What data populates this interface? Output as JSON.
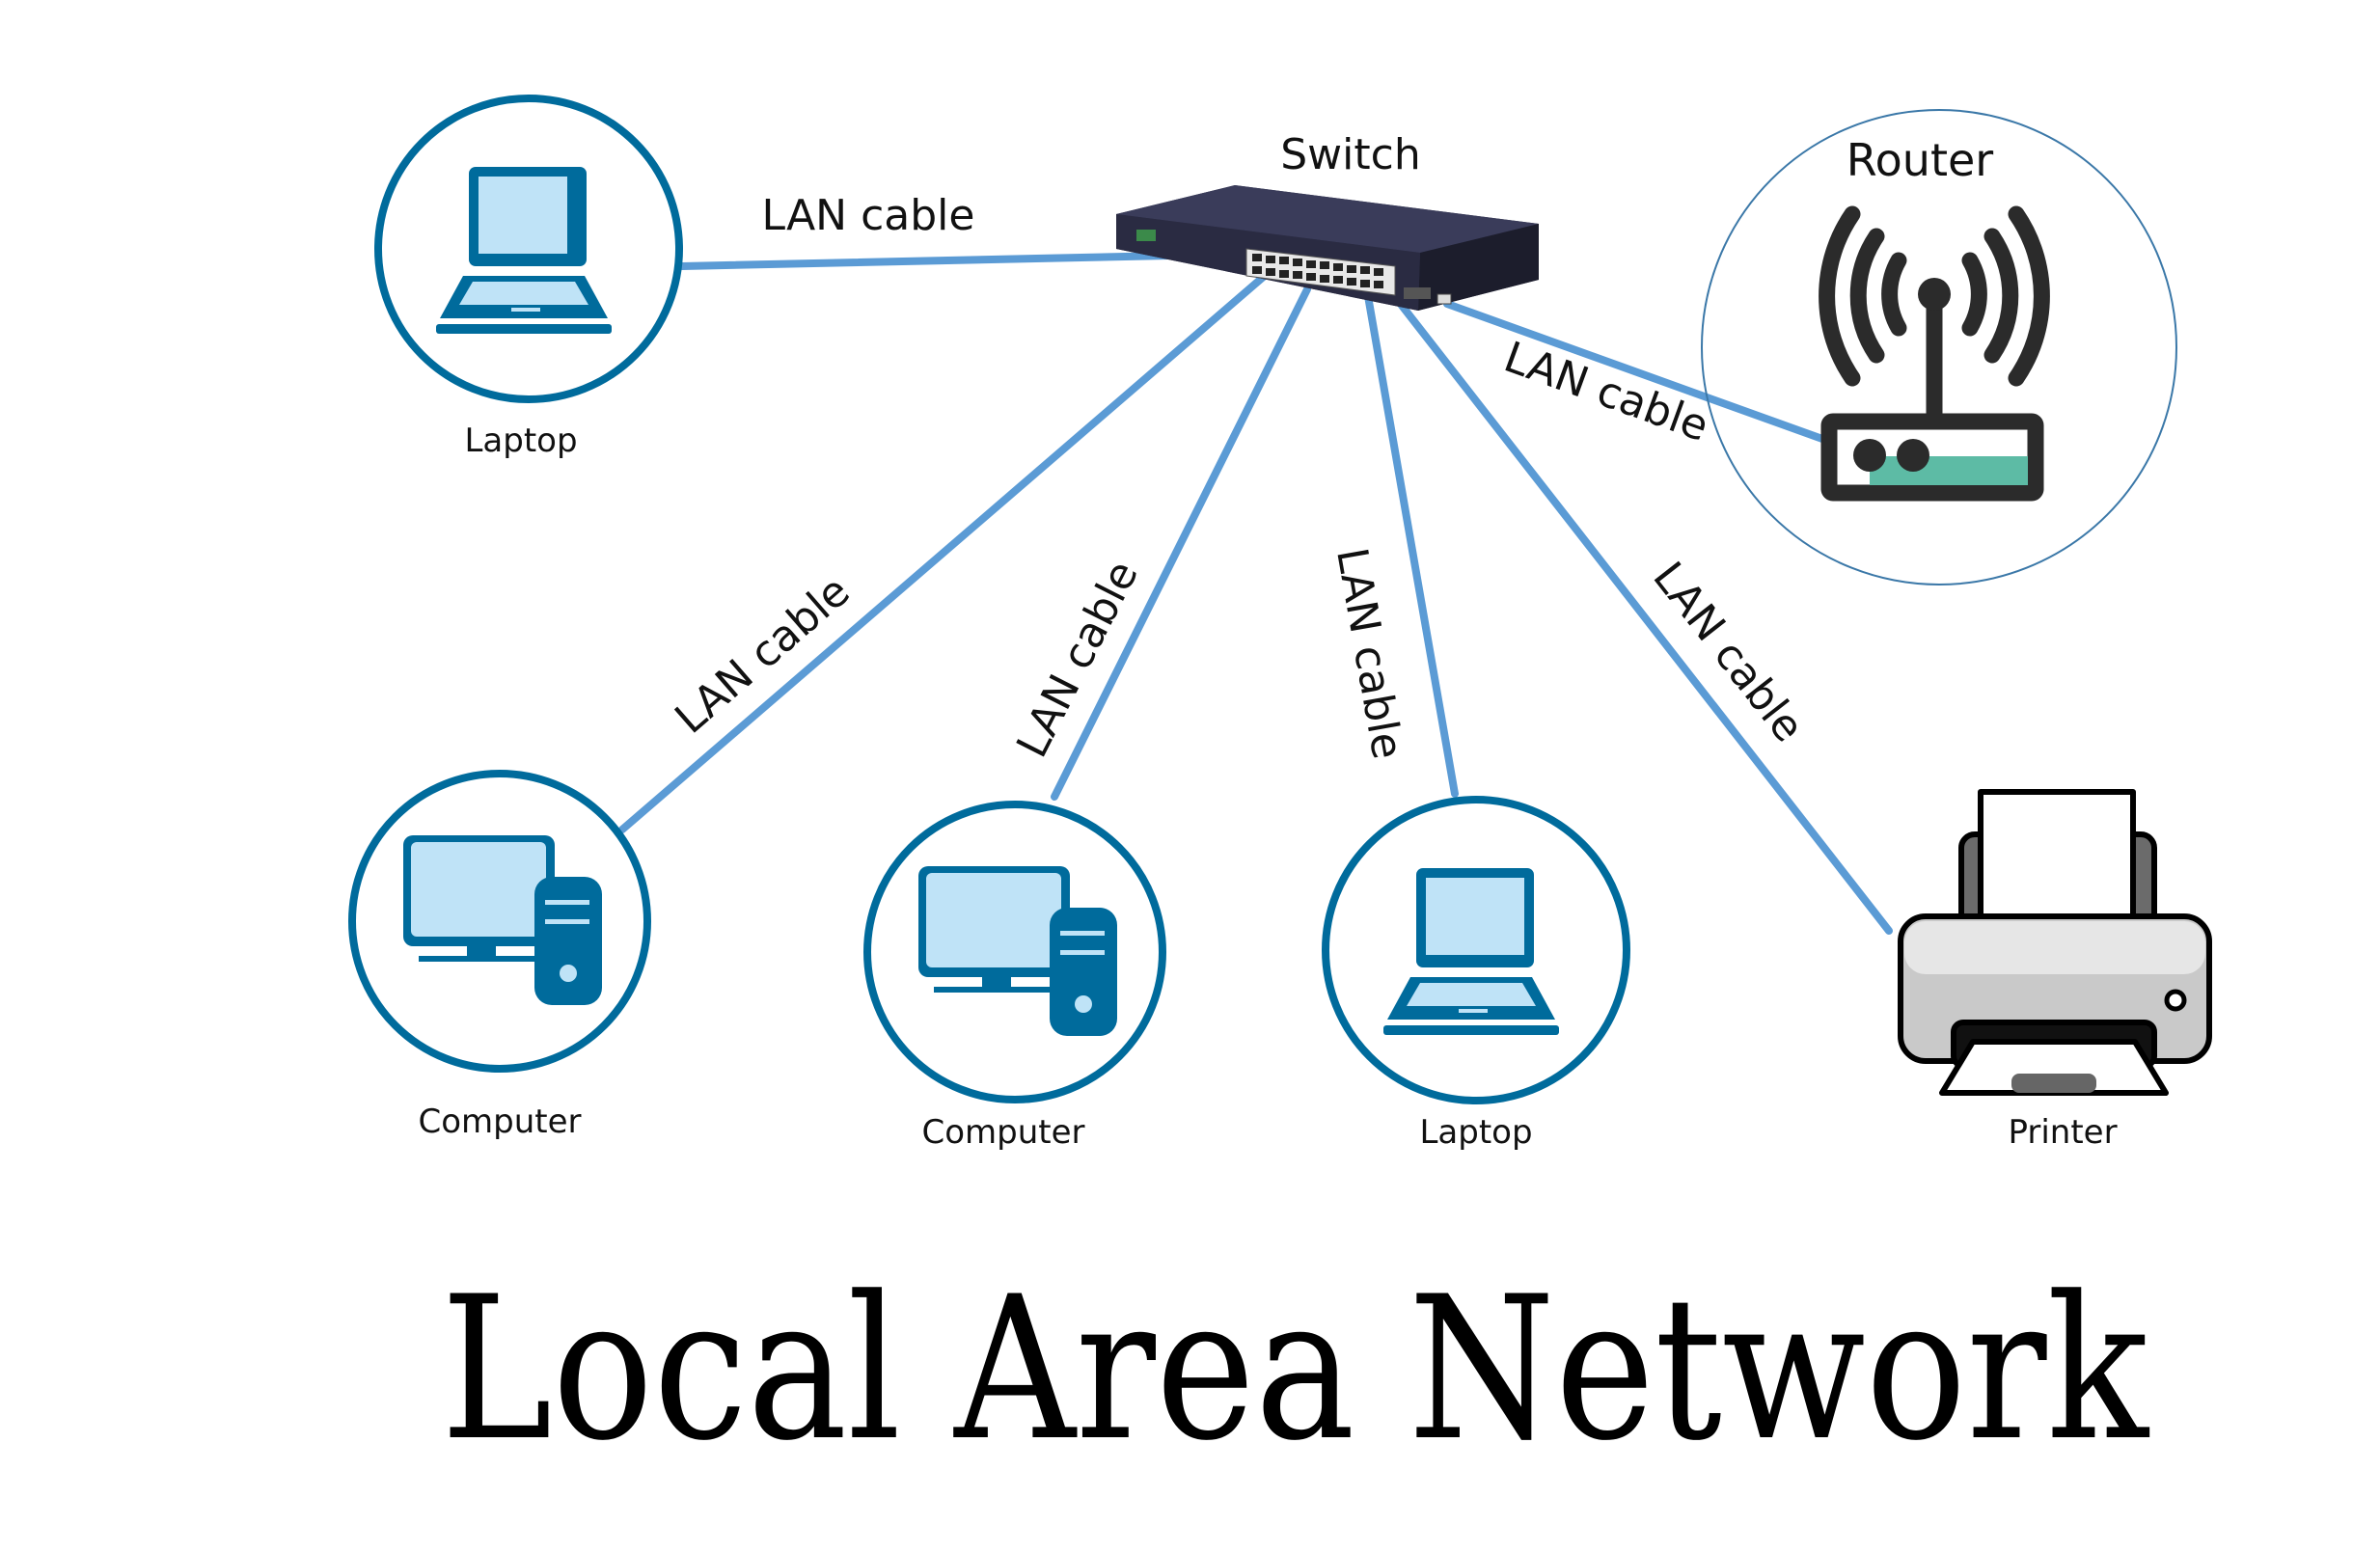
{
  "title": "Local Area Network",
  "colors": {
    "cable": "#5b9bd5",
    "node_ring": "#006b9c",
    "icon_dark": "#006b9c",
    "icon_light": "#bfe3f7",
    "router_dark": "#2b2b2b",
    "router_accent": "#5dbba5",
    "router_ring": "#3b78a8",
    "switch_body": "#2e2f48"
  },
  "hub": {
    "label": "Switch",
    "icon": "network-switch-icon"
  },
  "nodes": [
    {
      "id": "laptop-1",
      "label": "Laptop",
      "icon": "laptop-icon"
    },
    {
      "id": "router",
      "label": "Router",
      "icon": "wifi-router-icon"
    },
    {
      "id": "computer-1",
      "label": "Computer",
      "icon": "desktop-computer-icon"
    },
    {
      "id": "computer-2",
      "label": "Computer",
      "icon": "desktop-computer-icon"
    },
    {
      "id": "laptop-2",
      "label": "Laptop",
      "icon": "laptop-icon"
    },
    {
      "id": "printer",
      "label": "Printer",
      "icon": "printer-icon"
    }
  ],
  "connections": [
    {
      "from": "switch",
      "to": "laptop-1",
      "label": "LAN cable"
    },
    {
      "from": "switch",
      "to": "router",
      "label": "LAN cable"
    },
    {
      "from": "switch",
      "to": "computer-1",
      "label": "LAN cable"
    },
    {
      "from": "switch",
      "to": "computer-2",
      "label": "LAN cable"
    },
    {
      "from": "switch",
      "to": "laptop-2",
      "label": "LAN cable"
    },
    {
      "from": "switch",
      "to": "printer",
      "label": "LAN cable"
    }
  ]
}
